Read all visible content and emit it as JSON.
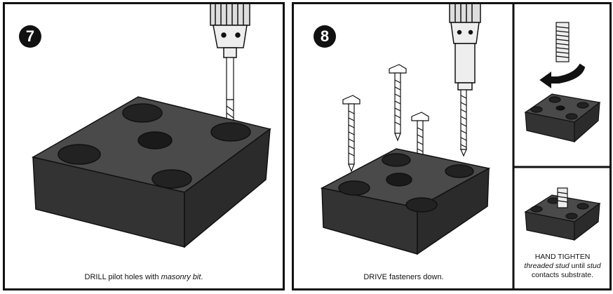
{
  "step7": {
    "number": "7",
    "caption": {
      "verb": "DRILL",
      "text": " pilot holes with ",
      "emph": "masonry bit",
      "end": "."
    }
  },
  "step8": {
    "number": "8",
    "caption": {
      "verb": "DRIVE",
      "text": " fasteners down."
    }
  },
  "side": {
    "caption_line1": "HAND TIGHTEN",
    "caption_line2_emph": "threaded stud",
    "caption_line2_text": " until ",
    "caption_line2_emph2": "stud",
    "caption_line3": "contacts substrate."
  },
  "colors": {
    "block": "#3a3a3a",
    "block_dark": "#2a2a2a",
    "block_light": "#5a5a5a",
    "line": "#111111"
  }
}
